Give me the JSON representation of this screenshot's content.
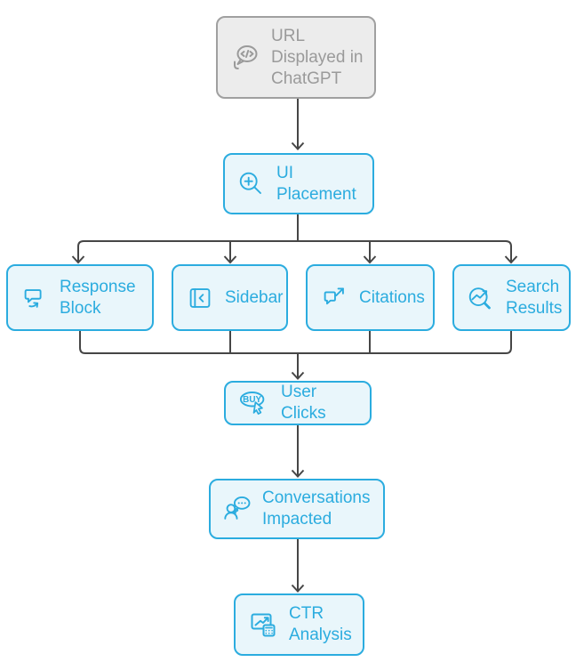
{
  "colors": {
    "accent": "#2bacdf",
    "node-fill": "#e9f6fb",
    "gray-border": "#a0a0a0",
    "gray-fill": "#ececec",
    "gray-text": "#9a9a9a",
    "edge": "#464646",
    "background": "#ffffff"
  },
  "nodes": {
    "url_displayed": {
      "label": "URL Displayed in ChatGPT",
      "icon": "chat-code-icon"
    },
    "ui_placement": {
      "label": "UI Placement",
      "icon": "zoom-in-icon"
    },
    "response_block": {
      "label": "Response Block",
      "icon": "chat-reply-icon"
    },
    "sidebar": {
      "label": "Sidebar",
      "icon": "sidebar-collapse-icon"
    },
    "citations": {
      "label": "Citations",
      "icon": "chat-share-icon"
    },
    "search_results": {
      "label": "Search Results",
      "icon": "search-trend-icon"
    },
    "user_clicks": {
      "label": "User Clicks",
      "icon": "buy-cursor-icon"
    },
    "conversations_impacted": {
      "label": "Conversations Impacted",
      "icon": "person-thought-icon"
    },
    "ctr_analysis": {
      "label": "CTR Analysis",
      "icon": "chart-calculator-icon"
    }
  },
  "edges": [
    {
      "from": "url_displayed",
      "to": "ui_placement"
    },
    {
      "from": "ui_placement",
      "to": "response_block"
    },
    {
      "from": "ui_placement",
      "to": "sidebar"
    },
    {
      "from": "ui_placement",
      "to": "citations"
    },
    {
      "from": "ui_placement",
      "to": "search_results"
    },
    {
      "from": "response_block",
      "to": "user_clicks"
    },
    {
      "from": "sidebar",
      "to": "user_clicks"
    },
    {
      "from": "citations",
      "to": "user_clicks"
    },
    {
      "from": "search_results",
      "to": "user_clicks"
    },
    {
      "from": "user_clicks",
      "to": "conversations_impacted"
    },
    {
      "from": "conversations_impacted",
      "to": "ctr_analysis"
    }
  ]
}
